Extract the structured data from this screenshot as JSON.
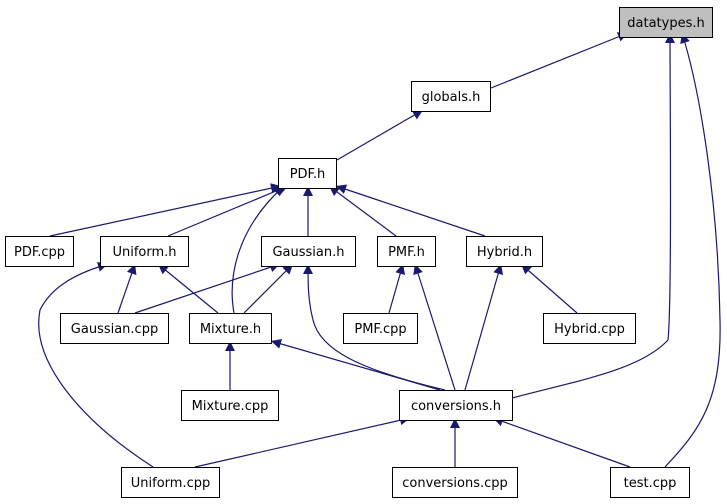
{
  "graph": {
    "nodes": [
      {
        "id": "datatypes_h",
        "label": "datatypes.h",
        "highlighted": true
      },
      {
        "id": "globals_h",
        "label": "globals.h",
        "highlighted": false
      },
      {
        "id": "pdf_h",
        "label": "PDF.h",
        "highlighted": false
      },
      {
        "id": "pdf_cpp",
        "label": "PDF.cpp",
        "highlighted": false
      },
      {
        "id": "uniform_h",
        "label": "Uniform.h",
        "highlighted": false
      },
      {
        "id": "gaussian_h",
        "label": "Gaussian.h",
        "highlighted": false
      },
      {
        "id": "pmf_h",
        "label": "PMF.h",
        "highlighted": false
      },
      {
        "id": "hybrid_h",
        "label": "Hybrid.h",
        "highlighted": false
      },
      {
        "id": "gaussian_cpp",
        "label": "Gaussian.cpp",
        "highlighted": false
      },
      {
        "id": "mixture_h",
        "label": "Mixture.h",
        "highlighted": false
      },
      {
        "id": "pmf_cpp",
        "label": "PMF.cpp",
        "highlighted": false
      },
      {
        "id": "hybrid_cpp",
        "label": "Hybrid.cpp",
        "highlighted": false
      },
      {
        "id": "mixture_cpp",
        "label": "Mixture.cpp",
        "highlighted": false
      },
      {
        "id": "conversions_h",
        "label": "conversions.h",
        "highlighted": false
      },
      {
        "id": "uniform_cpp",
        "label": "Uniform.cpp",
        "highlighted": false
      },
      {
        "id": "conversions_cpp",
        "label": "conversions.cpp",
        "highlighted": false
      },
      {
        "id": "test_cpp",
        "label": "test.cpp",
        "highlighted": false
      }
    ],
    "edges": [
      {
        "from": "globals_h",
        "to": "datatypes_h"
      },
      {
        "from": "conversions_h",
        "to": "datatypes_h"
      },
      {
        "from": "test_cpp",
        "to": "datatypes_h"
      },
      {
        "from": "pdf_h",
        "to": "globals_h"
      },
      {
        "from": "pdf_cpp",
        "to": "pdf_h"
      },
      {
        "from": "uniform_h",
        "to": "pdf_h"
      },
      {
        "from": "mixture_h",
        "to": "pdf_h"
      },
      {
        "from": "gaussian_h",
        "to": "pdf_h"
      },
      {
        "from": "pmf_h",
        "to": "pdf_h"
      },
      {
        "from": "hybrid_h",
        "to": "pdf_h"
      },
      {
        "from": "gaussian_cpp",
        "to": "uniform_h"
      },
      {
        "from": "mixture_h",
        "to": "uniform_h"
      },
      {
        "from": "uniform_cpp",
        "to": "uniform_h"
      },
      {
        "from": "gaussian_cpp",
        "to": "gaussian_h"
      },
      {
        "from": "mixture_h",
        "to": "gaussian_h"
      },
      {
        "from": "conversions_h",
        "to": "gaussian_h"
      },
      {
        "from": "pmf_cpp",
        "to": "pmf_h"
      },
      {
        "from": "conversions_h",
        "to": "pmf_h"
      },
      {
        "from": "conversions_h",
        "to": "hybrid_h"
      },
      {
        "from": "hybrid_cpp",
        "to": "hybrid_h"
      },
      {
        "from": "mixture_cpp",
        "to": "mixture_h"
      },
      {
        "from": "conversions_h",
        "to": "mixture_h"
      },
      {
        "from": "uniform_cpp",
        "to": "conversions_h"
      },
      {
        "from": "conversions_cpp",
        "to": "conversions_h"
      },
      {
        "from": "test_cpp",
        "to": "conversions_h"
      }
    ]
  },
  "colors": {
    "edge": "#191970",
    "node_border": "#000000",
    "node_fill": "#ffffff",
    "highlight_fill": "#bfbfbf",
    "text": "#000000"
  }
}
